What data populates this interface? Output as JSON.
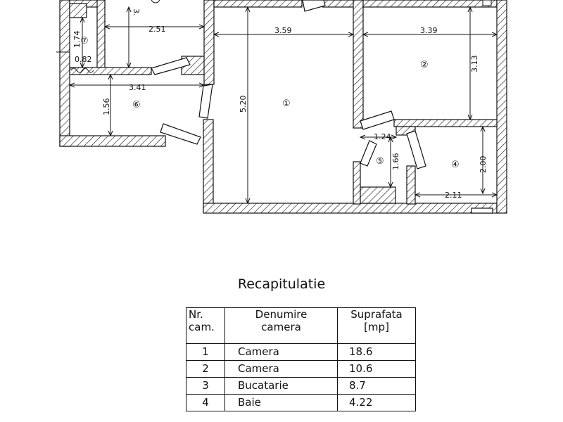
{
  "rooms": [
    {
      "num": "①"
    },
    {
      "num": "②"
    },
    {
      "num": "④"
    },
    {
      "num": "⑤"
    },
    {
      "num": "⑥"
    },
    {
      "num": "⑦"
    }
  ],
  "dimensions": {
    "d_3_59": "3.59",
    "d_5_20": "5.20",
    "d_3_39": "3.39",
    "d_3_13": "3.13",
    "d_2_51": "2.51",
    "d_1_74": "1.74",
    "d_0_82": "0.82",
    "d_3_41": "3.41",
    "d_1_56": "1.56",
    "d_1_24": "1.24",
    "d_1_66": "1.66",
    "d_2_00": "2.00",
    "d_2_11": "2.11",
    "d_3_partial": "3."
  },
  "summary": {
    "title": "Recapitulatie",
    "headers": {
      "nr_line1": "Nr.",
      "nr_line2": "cam.",
      "name_line1": "Denumire",
      "name_line2": "camera",
      "area_line1": "Suprafata",
      "area_line2": "[mp]"
    },
    "rows": [
      {
        "nr": "1",
        "name": "Camera",
        "area": "18.6"
      },
      {
        "nr": "2",
        "name": "Camera",
        "area": "10.6"
      },
      {
        "nr": "3",
        "name": "Bucatarie",
        "area": "8.7"
      },
      {
        "nr": "4",
        "name": "Baie",
        "area": "4.22"
      }
    ]
  }
}
